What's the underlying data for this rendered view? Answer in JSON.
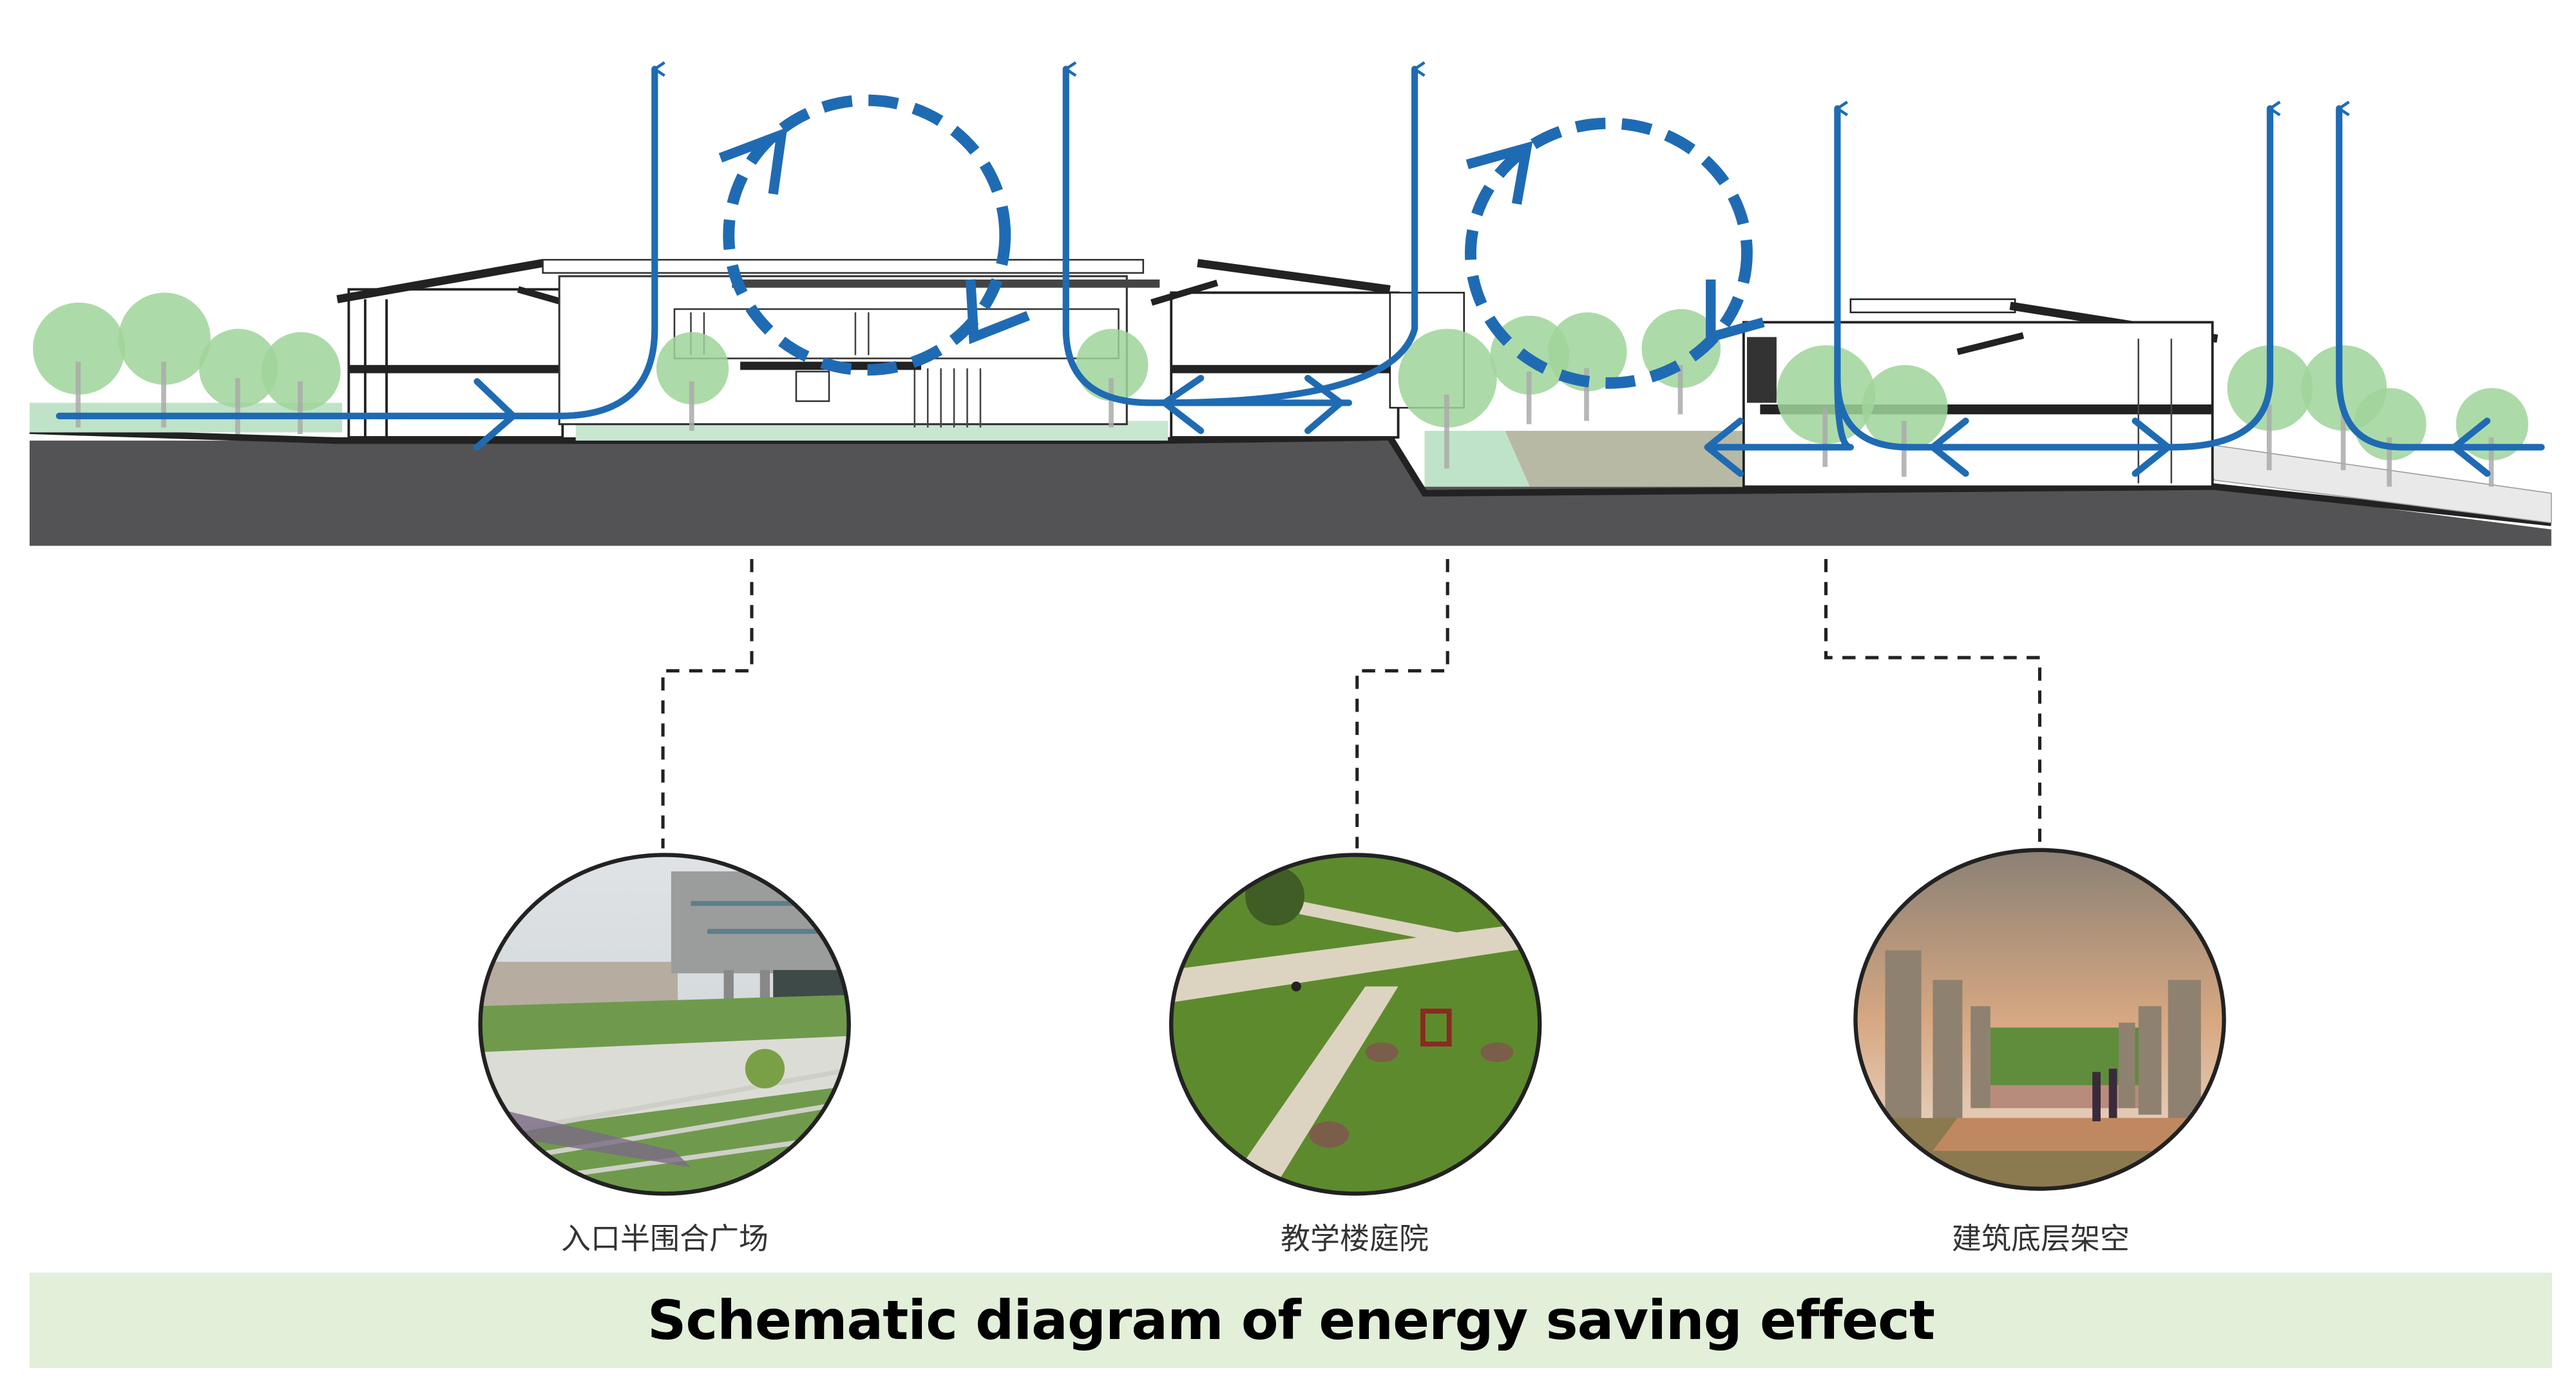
{
  "diagram": {
    "title": "Schematic diagram of energy saving effect",
    "colors": {
      "airflow": "#1f6bb3",
      "ground": "#535355",
      "ground_edge": "#222222",
      "tree": "#9fd49a",
      "lawn": "#bfe3c8",
      "caption_bg": "#e2efd9",
      "building_line": "#222222"
    },
    "section": {
      "description": "Cross-section of campus buildings with ventilation airflow",
      "airflow_arrows": [
        {
          "name": "updraft-1",
          "direction": "up"
        },
        {
          "name": "updraft-2",
          "direction": "up"
        },
        {
          "name": "updraft-3",
          "direction": "up"
        },
        {
          "name": "updraft-4",
          "direction": "up"
        },
        {
          "name": "updraft-5",
          "direction": "up"
        },
        {
          "name": "updraft-6",
          "direction": "up"
        }
      ],
      "circulation_loops": [
        {
          "name": "courtyard-vortex-left",
          "style": "dashed",
          "rotation": "clockwise"
        },
        {
          "name": "courtyard-vortex-right",
          "style": "dashed",
          "rotation": "clockwise"
        }
      ]
    },
    "photos": [
      {
        "label": "入口半围合广场",
        "scene": "entrance semi-enclosed plaza"
      },
      {
        "label": "教学楼庭院",
        "scene": "teaching building courtyard"
      },
      {
        "label": "建筑底层架空",
        "scene": "building ground floor stilts (open colonnade)"
      }
    ]
  }
}
